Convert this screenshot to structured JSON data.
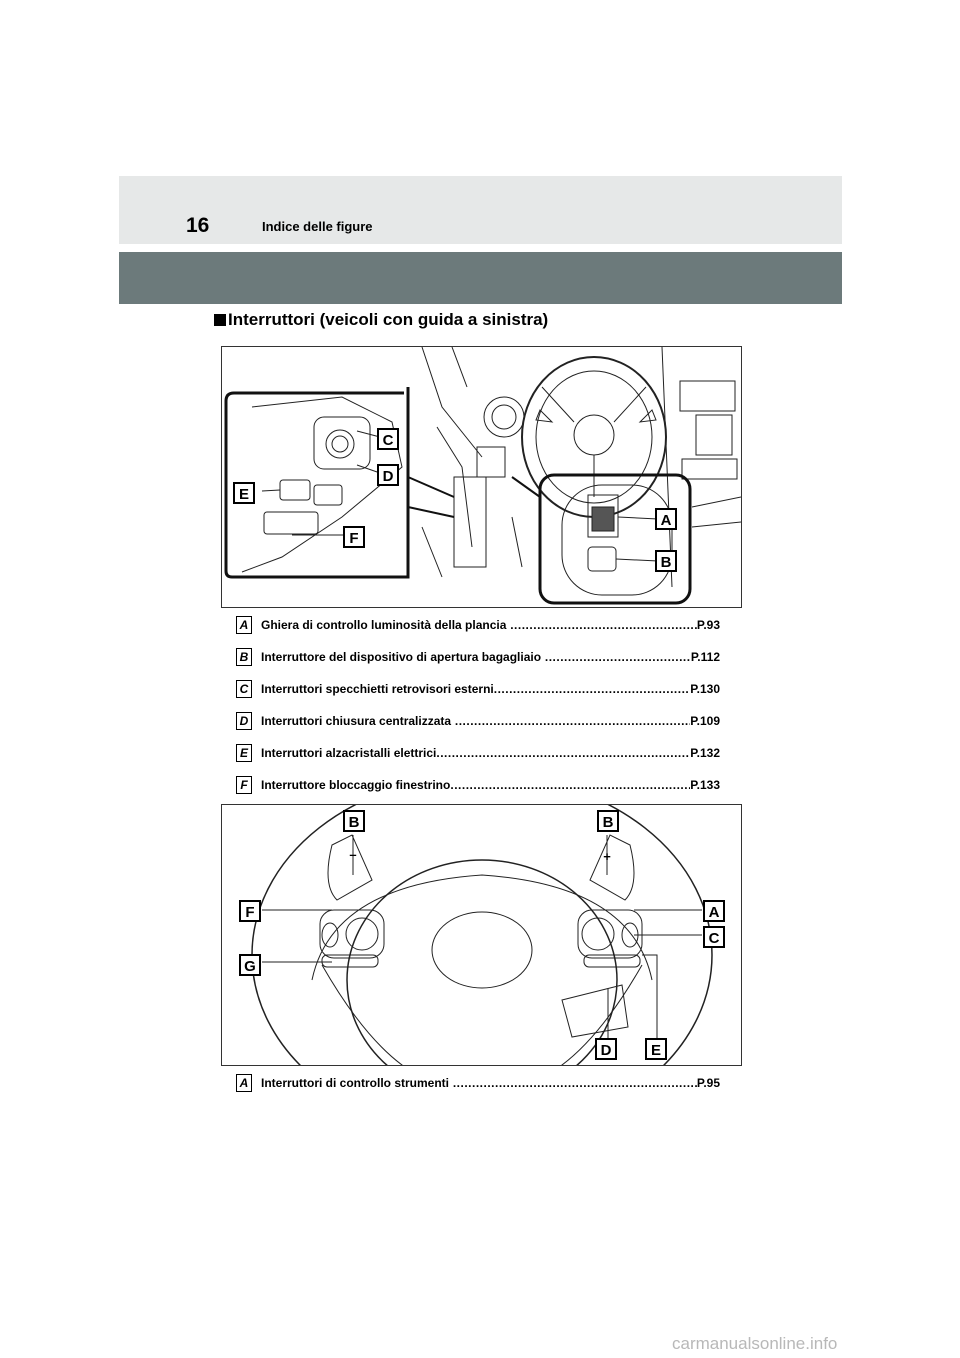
{
  "header": {
    "page_number": "16",
    "section": "Indice delle figure"
  },
  "heading": "Interruttori (veicoli con guida a sinistra)",
  "figure1": {
    "callouts": {
      "A": "A",
      "B": "B",
      "C": "C",
      "D": "D",
      "E": "E",
      "F": "F"
    }
  },
  "legend1": [
    {
      "key": "A",
      "text": "Ghiera di controllo luminosità della plancia",
      "ref": "P.93"
    },
    {
      "key": "B",
      "text": "Interruttore del dispositivo di apertura bagagliaio",
      "ref": "P.112"
    },
    {
      "key": "C",
      "text": "Interruttori specchietti retrovisori esterni",
      "ref": "P.130"
    },
    {
      "key": "D",
      "text": "Interruttori chiusura centralizzata",
      "ref": "P.109"
    },
    {
      "key": "E",
      "text": "Interruttori alzacristalli elettrici",
      "ref": "P.132"
    },
    {
      "key": "F",
      "text": "Interruttore bloccaggio finestrino",
      "ref": "P.133"
    }
  ],
  "figure2": {
    "callouts": {
      "B_left": "B",
      "B_right": "B",
      "F": "F",
      "G": "G",
      "A": "A",
      "C": "C",
      "D": "D",
      "E": "E"
    },
    "paddle_minus": "–",
    "paddle_plus": "+"
  },
  "legend2": [
    {
      "key": "A",
      "text": "Interruttori di controllo strumenti",
      "ref": "P.95"
    }
  ],
  "watermark": "carmanualsonline.info"
}
